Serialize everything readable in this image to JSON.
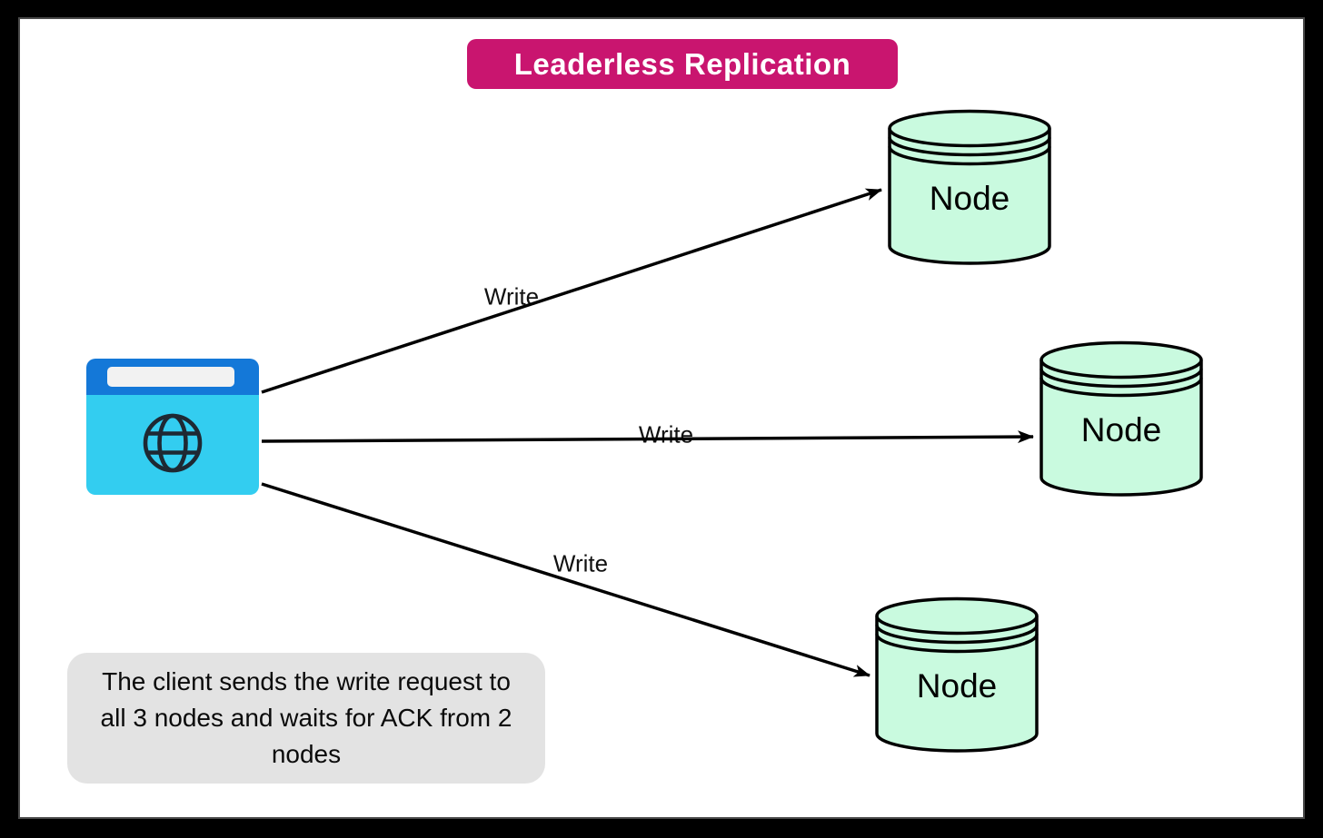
{
  "title": {
    "label": "Leaderless Replication"
  },
  "client": {
    "icon": "browser-globe-icon"
  },
  "nodes": [
    {
      "label": "Node",
      "icon": "database-cylinder-icon"
    },
    {
      "label": "Node",
      "icon": "database-cylinder-icon"
    },
    {
      "label": "Node",
      "icon": "database-cylinder-icon"
    }
  ],
  "edges": [
    {
      "from": "client",
      "to": "node-1",
      "label": "Write"
    },
    {
      "from": "client",
      "to": "node-2",
      "label": "Write"
    },
    {
      "from": "client",
      "to": "node-3",
      "label": "Write"
    }
  ],
  "note": {
    "text": "The client sends the write request to all 3 nodes and waits for ACK from 2 nodes"
  },
  "colors": {
    "title_bg": "#c9156f",
    "title_text": "#ffffff",
    "client_header_blue": "#1478d8",
    "client_body_cyan": "#33cdf0",
    "client_address_bar": "#f2f2f2",
    "node_fill_green": "#c9fadf",
    "note_bg_gray": "#e3e3e3",
    "outline_black": "#000000",
    "frame_black": "#000000"
  }
}
